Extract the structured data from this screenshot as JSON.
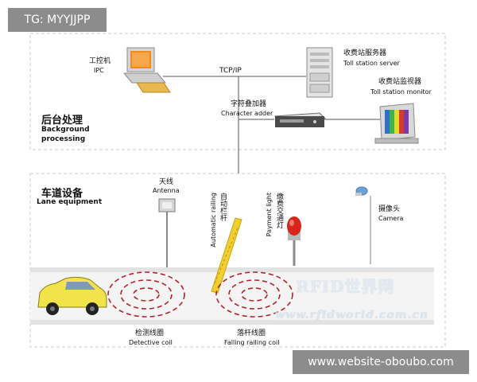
{
  "tags": {
    "top": "TG: MYYJJPP",
    "bottom": "www.website-oboubo.com"
  },
  "background": {
    "cn": "后台处理",
    "en1": "Background",
    "en2": "processing"
  },
  "lane": {
    "cn": "车道设备",
    "en": "Lane equipment"
  },
  "nodes": {
    "ipc": {
      "cn": "工控机",
      "en": "IPC"
    },
    "server": {
      "cn": "收费站服务器",
      "en": "Toll station server"
    },
    "monitor": {
      "cn": "收费站监视器",
      "en": "Toll station monitor"
    },
    "adder": {
      "cn": "字符叠加器",
      "en": "Character adder"
    },
    "antenna": {
      "cn": "天线",
      "en": "Antenna"
    },
    "railing": {
      "cn": "自动栏杆",
      "en": "Automatic railing"
    },
    "payment_light": {
      "cn": "缴费交通灯",
      "en": "Payment light"
    },
    "camera": {
      "cn": "摄像头",
      "en": "Camera"
    },
    "detective_coil": {
      "cn": "检测线圈",
      "en": "Detective coil"
    },
    "falling_coil": {
      "cn": "落杆线圈",
      "en": "Falling railing coil"
    }
  },
  "link": {
    "tcpip": "TCP/IP"
  },
  "watermark": {
    "line1": "RFID世界网",
    "line2": "www.rfidworld.com.cn"
  },
  "colors": {
    "coil": "#b0252f",
    "car": "#f1e34a",
    "railing": "#f2cf2a",
    "light": "#d9241c",
    "road": "#e6e6e6"
  }
}
